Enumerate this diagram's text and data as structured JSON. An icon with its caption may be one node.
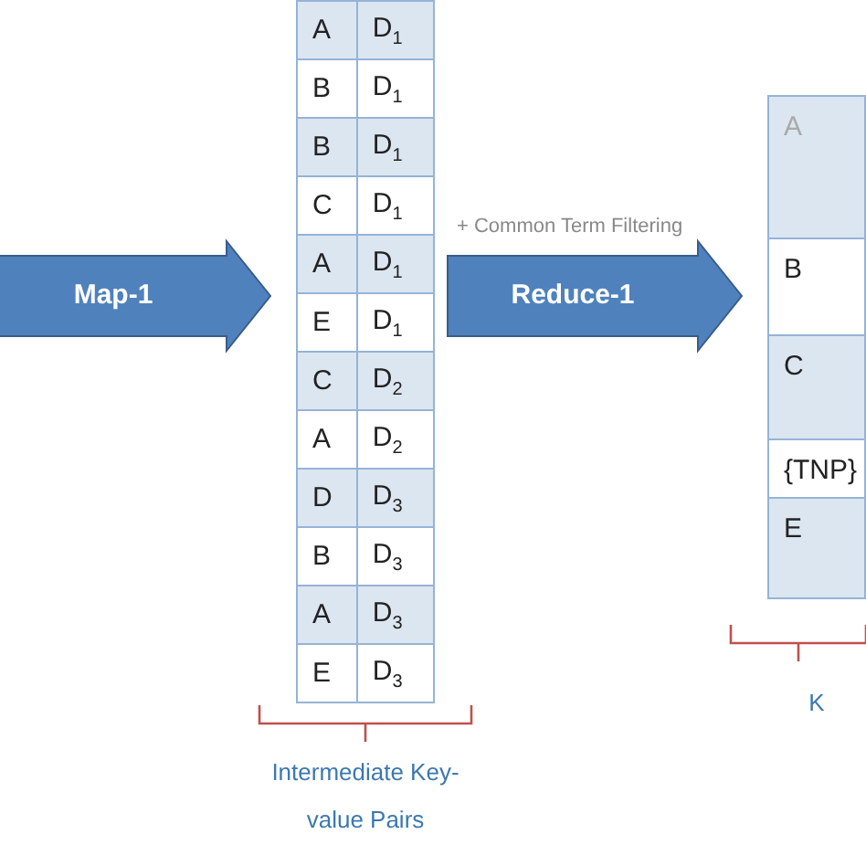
{
  "diagram": {
    "nodes": [
      {
        "text": [
          "A",
          "D$_{1}$",
          "B",
          "D$_{1}$",
          "B",
          "D$_{1}$",
          "C",
          "D$_{1}$",
          "A",
          "D$_{1}$",
          "E",
          "D$_{1}$",
          "C",
          "D$_{2}$",
          "A",
          "D$_{2}$",
          "D",
          "D$_{3}$",
          "B",
          "D$_{3}$",
          "A",
          "D$_{3}$",
          "E",
          "D$_{3}$"
        ],
        "beside": [
          "Intermediate Key-value Pairs"
        ]
      },
      {
        "text": [
          "A",
          "B",
          "C",
          "{TNP}",
          "E"
        ],
        "beside": [
          "K"
        ]
      }
    ],
    "edges": [
      {
        "from": null,
        "to": 0,
        "arrow": "to",
        "label": "Map-1"
      },
      {
        "from": 0,
        "to": 1,
        "arrow": "to",
        "label": "Reduce-1"
      }
    ],
    "labels": [
      "+ Common Term Filtering"
    ]
  }
}
